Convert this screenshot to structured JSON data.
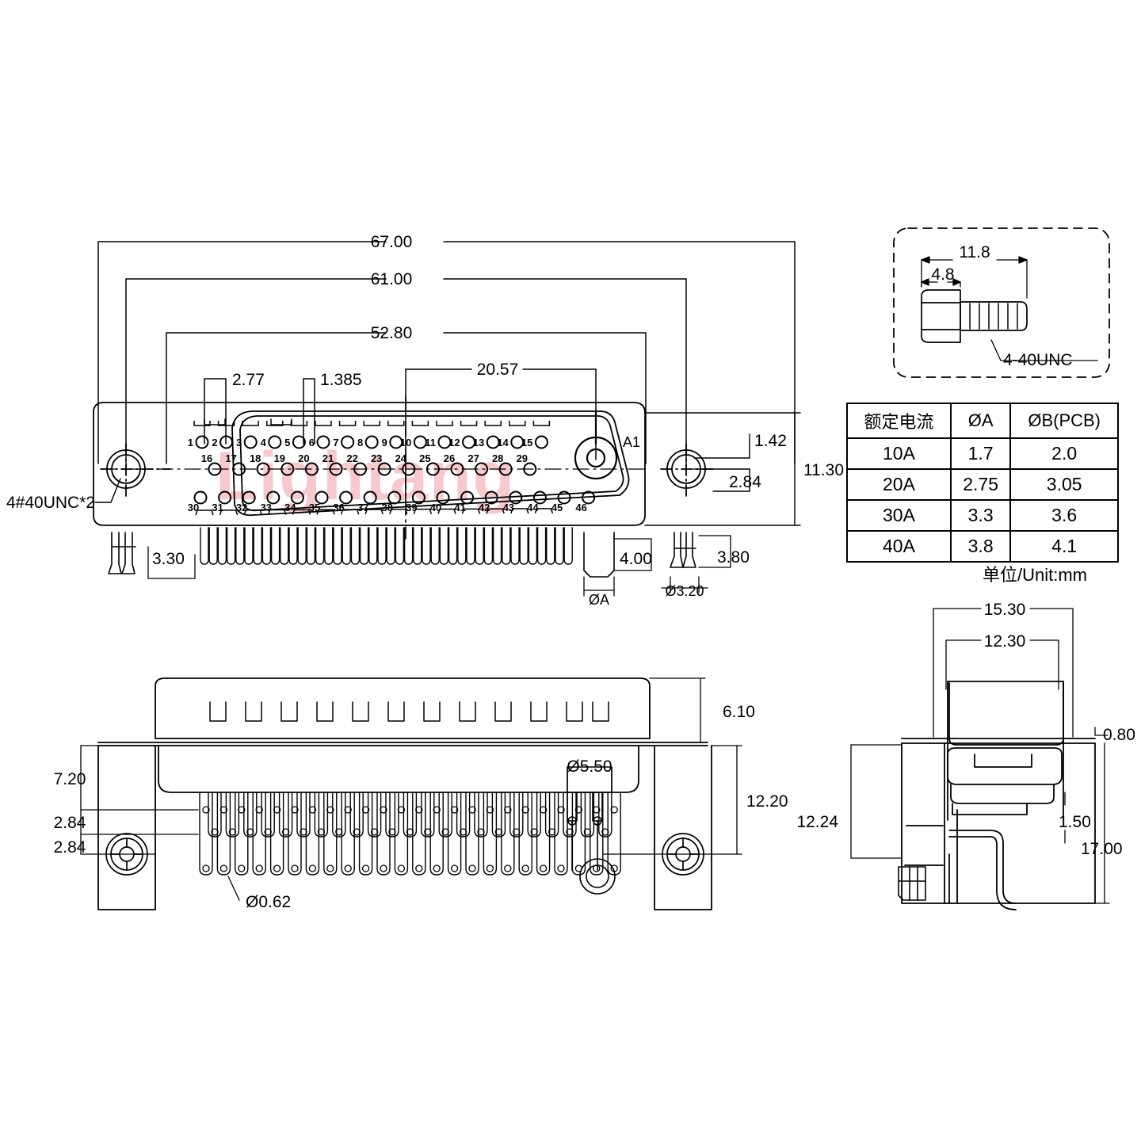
{
  "watermark": "Lightang",
  "units_note": "单位/Unit:mm",
  "front_view": {
    "dimensions": {
      "overall_width": "67.00",
      "mount_hole_span": "61.00",
      "shell_width": "52.80",
      "power_pin_span": "20.57",
      "pitch_full": "2.77",
      "pitch_half": "1.385",
      "row_offset": "1.42",
      "row_pitch": "2.84",
      "height": "11.30",
      "standoff": "3.30",
      "power_pin_len": "4.00",
      "power_pin_dia": "ØA",
      "board_lock_dia": "Ø3.20",
      "board_lock_len": "3.80"
    },
    "thread_note": "4#40UNC*2",
    "power_contact_label": "A1",
    "pins_row_top": [
      "1",
      "2",
      "3",
      "4",
      "5",
      "6",
      "7",
      "8",
      "9",
      "10",
      "11",
      "12",
      "13",
      "14",
      "15"
    ],
    "pins_row_mid": [
      "16",
      "17",
      "18",
      "19",
      "20",
      "21",
      "22",
      "23",
      "24",
      "25",
      "26",
      "27",
      "28",
      "29"
    ],
    "pins_row_bot": [
      "30",
      "31",
      "32",
      "33",
      "34",
      "35",
      "36",
      "37",
      "38",
      "39",
      "40",
      "41",
      "42",
      "43",
      "44",
      "45",
      "46"
    ]
  },
  "side_view": {
    "dimensions": {
      "flange_to_body": "7.20",
      "row_pitch_1": "2.84",
      "row_pitch_2": "2.84",
      "tail_dia": "Ø0.62",
      "power_tail_dia": "Ø5.50",
      "body_height": "6.10",
      "total_height": "12.20"
    }
  },
  "profile_view": {
    "dimensions": {
      "depth_total": "15.30",
      "depth_body": "12.30",
      "flange_thk": "0.80",
      "height_upper": "12.24",
      "step": "1.50",
      "height_total": "17.00"
    }
  },
  "screw_detail": {
    "length_total": "11.8",
    "head_length": "4.8",
    "thread_spec": "4-40UNC"
  },
  "current_table": {
    "headers": [
      "额定电流",
      "ØA",
      "ØB(PCB)"
    ],
    "rows": [
      [
        "10A",
        "1.7",
        "2.0"
      ],
      [
        "20A",
        "2.75",
        "3.05"
      ],
      [
        "30A",
        "3.3",
        "3.6"
      ],
      [
        "40A",
        "3.8",
        "4.1"
      ]
    ]
  }
}
